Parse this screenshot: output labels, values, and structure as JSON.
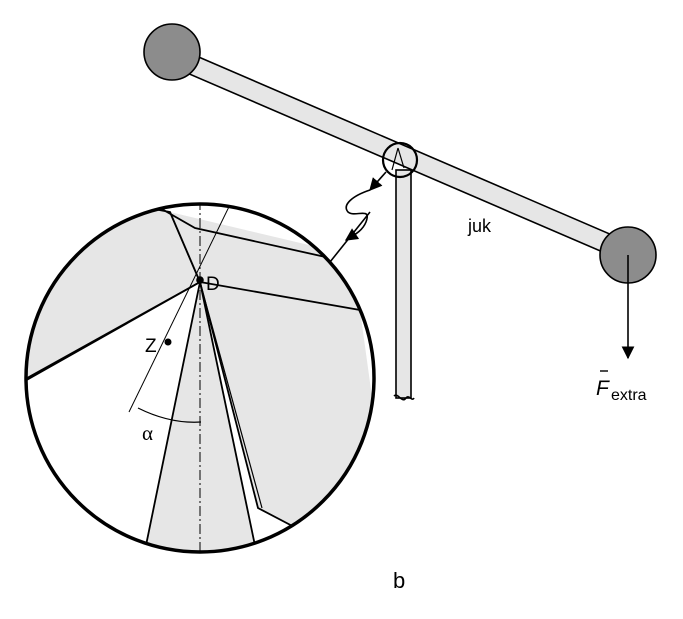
{
  "labels": {
    "yoke": "juk",
    "pivot": "D",
    "center_of_mass": "Z",
    "angle": "α",
    "force_main": "F",
    "force_sub": "extra",
    "panel": "b"
  },
  "colors": {
    "fill_gray": "#e6e6e6",
    "mass_gray": "#8c8c8c",
    "stroke": "#000000",
    "background": "#ffffff"
  }
}
